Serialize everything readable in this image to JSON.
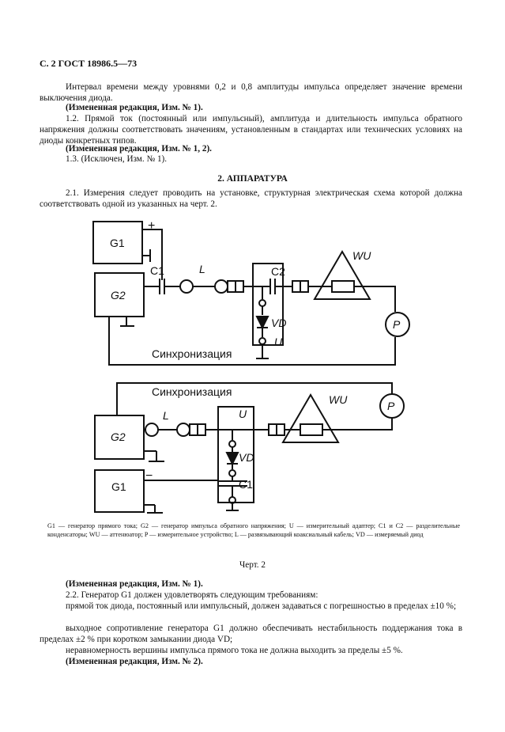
{
  "header": "С. 2 ГОСТ 18986.5—73",
  "para1": "Интервал времени между уровнями 0,2 и 0,8 амплитуды импульса определяет значение времени выключения диода.",
  "rev1": "(Измененная редакция, Изм. № 1).",
  "para2": "1.2. Прямой ток (постоянный или импульсный), амплитуда и длительность импульса обратного напряжения должны соответствовать значениям, установленным в стандартах или технических условиях на диоды конкретных типов.",
  "rev2": "(Измененная редакция, Изм. № 1, 2).",
  "para3": "1.3. (Исключен, Изм. № 1).",
  "section_title": "2. АППАРАТУРА",
  "para4": "2.1. Измерения следует проводить на установке, структурная электрическая схема которой должна соответствовать одной из указанных на черт. 2.",
  "diagram1": {
    "g1": "G1",
    "g2": "G2",
    "c1": "C1",
    "c2": "C2",
    "l": "L",
    "wu": "WU",
    "vd": "VD",
    "u": "U",
    "p": "P",
    "plus": "+",
    "sync": "Синхронизация"
  },
  "diagram2": {
    "g1": "G1",
    "g2": "G2",
    "c1": "C1",
    "l": "L",
    "wu": "WU",
    "vd": "VD",
    "u": "U",
    "p": "P",
    "minus": "−",
    "sync": "Синхронизация"
  },
  "legend": "G1 — генератор прямого тока; G2 — генератор импульса обратного напряжения; U — измерительный адаптер; C1 и C2 — разделительные конденсаторы; WU — аттенюатор; P — измерительное устройство; L — развязывающий коаксиальный кабель; VD — измеряемый диод",
  "figure_caption": "Черт. 2",
  "rev3": "(Измененная редакция, Изм. № 1).",
  "para5": "2.2. Генератор G1 должен удовлетворять следующим требованиям:",
  "para6": "прямой ток диода, постоянный или импульсный, должен задаваться с погрешностью в пределах ±10 %;",
  "para7": "выходное сопротивление генератора G1 должно обеспечивать нестабильность поддержания тока в пределах ±2 % при коротком замыкании диода VD;",
  "para8": "неравномерность вершины импульса прямого тока не должна выходить за пределы ±5 %.",
  "rev4": "(Измененная редакция, Изм. № 2)."
}
